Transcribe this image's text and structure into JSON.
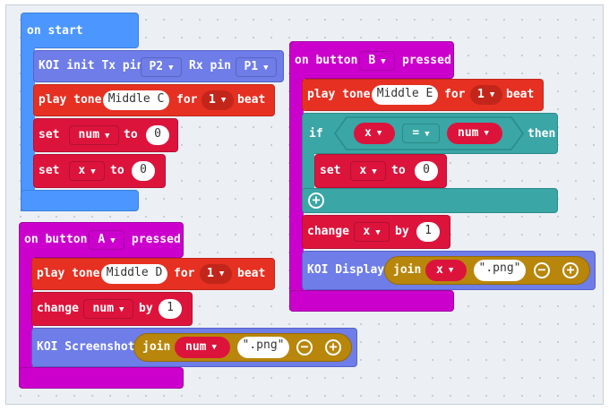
{
  "colors": {
    "workspace_bg": "#ecf0f4",
    "event_blue": "#4c97ff",
    "event_magenta": "#cc00cc",
    "koi_blue": "#6e7de8",
    "music_orange": "#e63022",
    "variables_red": "#dc143c",
    "logic_teal": "#3aa6a6",
    "text_gold": "#b8860b"
  },
  "on_start": {
    "hat_label": "on start",
    "koi_init": {
      "label": "KOI init Tx pin",
      "tx_value": "P2",
      "rx_label": "Rx pin",
      "rx_value": "P1"
    },
    "play_tone": {
      "label": "play tone",
      "note": "Middle C",
      "for_label": "for",
      "beat_value": "1",
      "beat_label": "beat"
    },
    "set_num": {
      "label": "set",
      "var": "num",
      "to_label": "to",
      "value": "0"
    },
    "set_x": {
      "label": "set",
      "var": "x",
      "to_label": "to",
      "value": "0"
    }
  },
  "on_button_a": {
    "hat_label": "on button",
    "button": "A",
    "pressed_label": "pressed",
    "play_tone": {
      "label": "play tone",
      "note": "Middle D",
      "for_label": "for",
      "beat_value": "1",
      "beat_label": "beat"
    },
    "change": {
      "label": "change",
      "var": "num",
      "by_label": "by",
      "value": "1"
    },
    "screenshot": {
      "label": "KOI Screenshot",
      "join_label": "join",
      "var": "num",
      "text": ".png",
      "minus_icon": "minus-circle-icon",
      "plus_icon": "plus-circle-icon"
    }
  },
  "on_button_b": {
    "hat_label": "on button",
    "button": "B",
    "pressed_label": "pressed",
    "play_tone": {
      "label": "play tone",
      "note": "Middle E",
      "for_label": "for",
      "beat_value": "1",
      "beat_label": "beat"
    },
    "if_block": {
      "if_label": "if",
      "left_var": "x",
      "operator": "=",
      "right_var": "num",
      "then_label": "then",
      "add_icon": "plus-circle-icon"
    },
    "set_x": {
      "label": "set",
      "var": "x",
      "to_label": "to",
      "value": "0"
    },
    "change": {
      "label": "change",
      "var": "x",
      "by_label": "by",
      "value": "1"
    },
    "display": {
      "label": "KOI Display",
      "join_label": "join",
      "var": "x",
      "text": ".png",
      "minus_icon": "minus-circle-icon",
      "plus_icon": "plus-circle-icon"
    }
  }
}
